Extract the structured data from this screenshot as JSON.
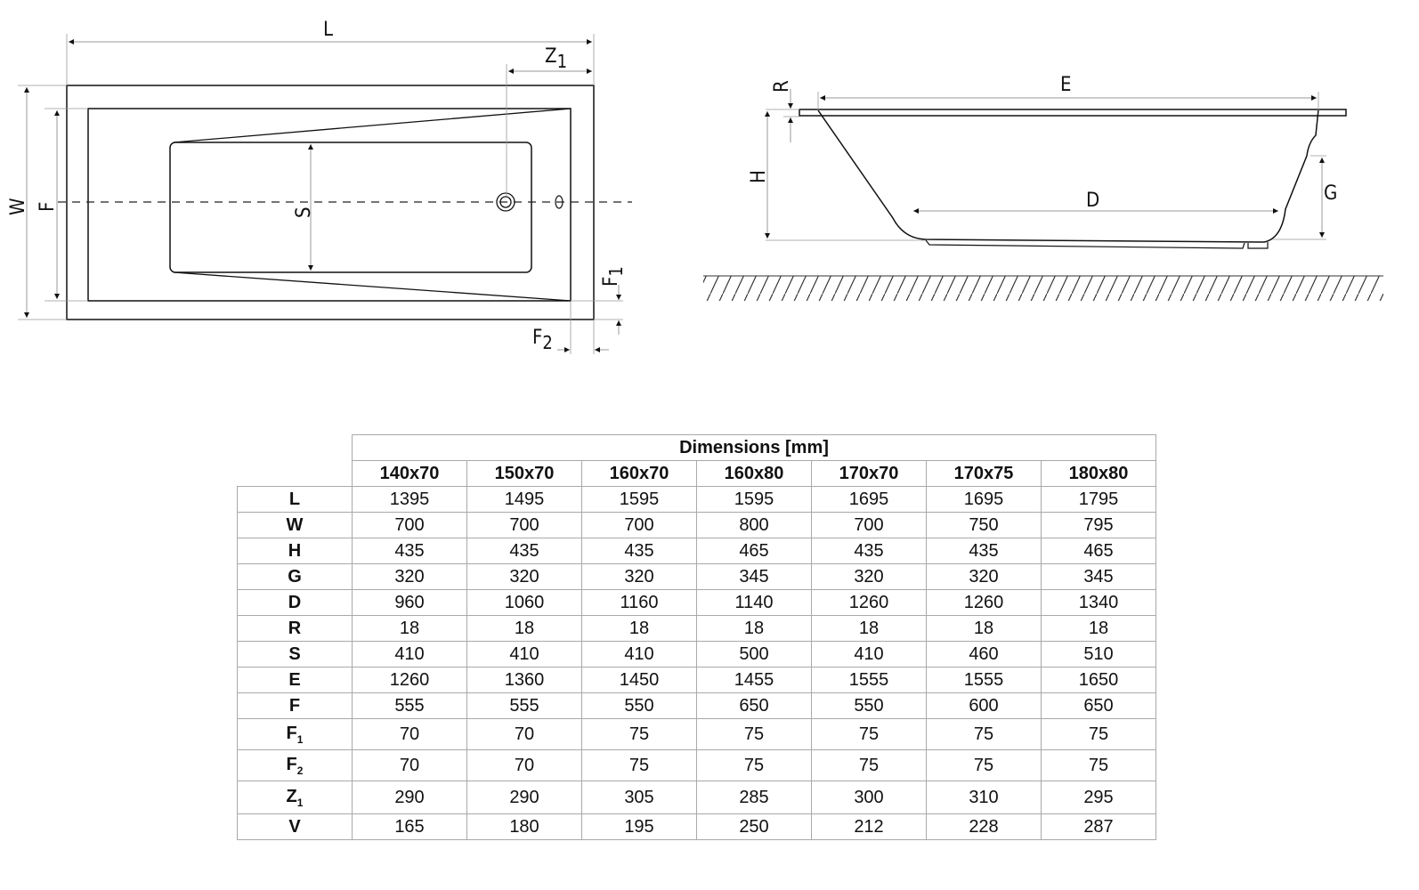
{
  "plan_view": {
    "labels": {
      "L": "L",
      "Z1": "Z",
      "Z1_sub": "1",
      "W": "W",
      "F": "F",
      "S": "S",
      "F1": "F",
      "F1_sub": "1",
      "F2": "F",
      "F2_sub": "2"
    }
  },
  "side_view": {
    "labels": {
      "R": "R",
      "E": "E",
      "H": "H",
      "D": "D",
      "G": "G"
    }
  },
  "table": {
    "title": "Dimensions [mm]",
    "columns": [
      "140x70",
      "150x70",
      "160x70",
      "160x80",
      "170x70",
      "170x75",
      "180x80"
    ],
    "rows": [
      {
        "label": "L",
        "sub": "",
        "values": [
          "1395",
          "1495",
          "1595",
          "1595",
          "1695",
          "1695",
          "1795"
        ]
      },
      {
        "label": "W",
        "sub": "",
        "values": [
          "700",
          "700",
          "700",
          "800",
          "700",
          "750",
          "795"
        ]
      },
      {
        "label": "H",
        "sub": "",
        "values": [
          "435",
          "435",
          "435",
          "465",
          "435",
          "435",
          "465"
        ]
      },
      {
        "label": "G",
        "sub": "",
        "values": [
          "320",
          "320",
          "320",
          "345",
          "320",
          "320",
          "345"
        ]
      },
      {
        "label": "D",
        "sub": "",
        "values": [
          "960",
          "1060",
          "1160",
          "1140",
          "1260",
          "1260",
          "1340"
        ]
      },
      {
        "label": "R",
        "sub": "",
        "values": [
          "18",
          "18",
          "18",
          "18",
          "18",
          "18",
          "18"
        ]
      },
      {
        "label": "S",
        "sub": "",
        "values": [
          "410",
          "410",
          "410",
          "500",
          "410",
          "460",
          "510"
        ]
      },
      {
        "label": "E",
        "sub": "",
        "values": [
          "1260",
          "1360",
          "1450",
          "1455",
          "1555",
          "1555",
          "1650"
        ]
      },
      {
        "label": "F",
        "sub": "",
        "values": [
          "555",
          "555",
          "550",
          "650",
          "550",
          "600",
          "650"
        ]
      },
      {
        "label": "F",
        "sub": "1",
        "values": [
          "70",
          "70",
          "75",
          "75",
          "75",
          "75",
          "75"
        ]
      },
      {
        "label": "F",
        "sub": "2",
        "values": [
          "70",
          "70",
          "75",
          "75",
          "75",
          "75",
          "75"
        ]
      },
      {
        "label": "Z",
        "sub": "1",
        "values": [
          "290",
          "290",
          "305",
          "285",
          "300",
          "310",
          "295"
        ]
      },
      {
        "label": "V",
        "sub": "",
        "values": [
          "165",
          "180",
          "195",
          "250",
          "212",
          "228",
          "287"
        ]
      }
    ]
  }
}
